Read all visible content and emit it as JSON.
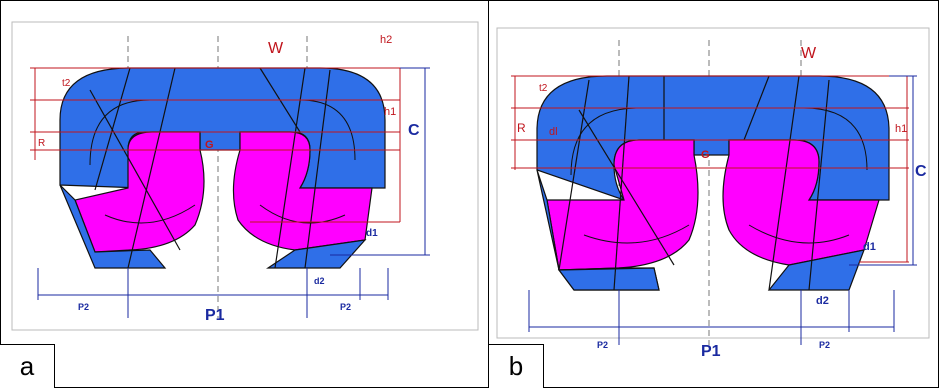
{
  "colors": {
    "blue": "#2f6fe8",
    "magenta": "#ff00ff",
    "red": "#c0141c",
    "dimBlue": "#1a2aa0"
  },
  "panels": [
    {
      "letter": "a",
      "labels": {
        "W": "W",
        "h2": "h2",
        "t2": "t2",
        "h1": "h1",
        "C": "C",
        "R": "R",
        "G": "G",
        "d1": "d1",
        "d2": "d2",
        "P1": "P1",
        "P2": "P2"
      }
    },
    {
      "letter": "b",
      "labels": {
        "W": "W",
        "t2": "t2",
        "h1": "h1",
        "C": "C",
        "R": "R",
        "dl": "dl",
        "G": "G",
        "d1": "d1",
        "d2": "d2",
        "P1": "P1",
        "P2": "P2"
      }
    }
  ]
}
